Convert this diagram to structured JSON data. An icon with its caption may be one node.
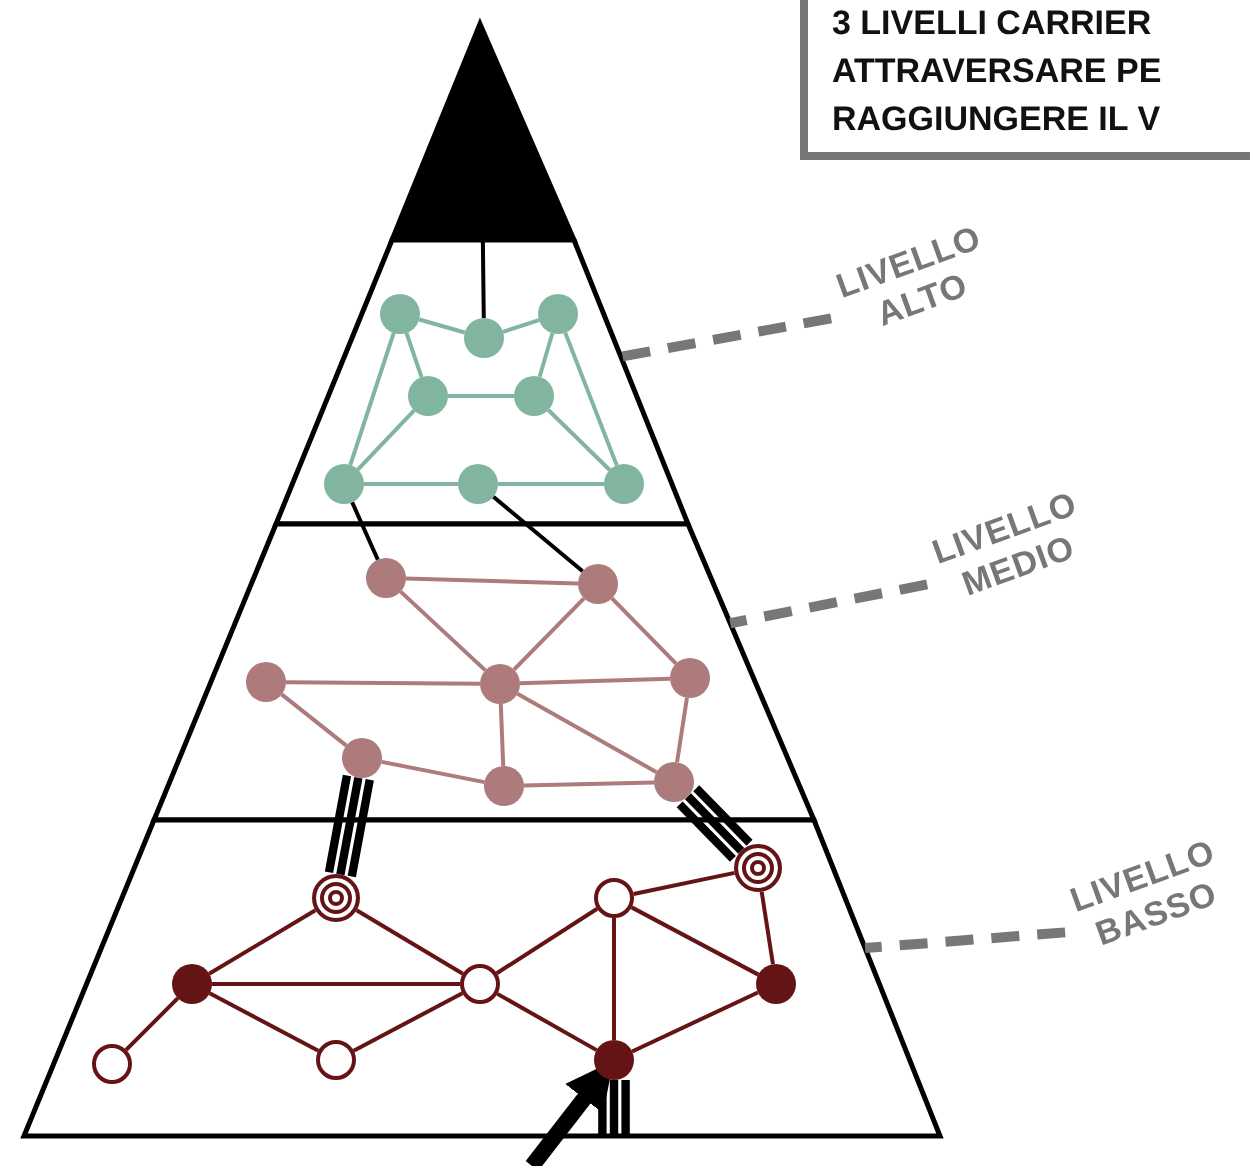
{
  "diagram": {
    "nodes": [
      {
        "text": [
          "3 LIVELLI CARRIER ATTRAVERSARE PE RAGGIUNGERE IL V"
        ]
      },
      {
        "text": [],
        "shape": "triangle"
      },
      {
        "text": [],
        "shape": "trapezoid"
      },
      {
        "text": [],
        "shape": "trapezoid"
      },
      {
        "text": [],
        "shape": "trapezoid"
      },
      {
        "text": [],
        "shape": "circle",
        "in": 2
      },
      {
        "text": [],
        "shape": "circle",
        "in": 2
      },
      {
        "text": [],
        "shape": "circle",
        "in": 2
      },
      {
        "text": [],
        "shape": "circle",
        "in": 2
      },
      {
        "text": [],
        "shape": "circle",
        "in": 2
      },
      {
        "text": [],
        "shape": "circle",
        "in": 2
      },
      {
        "text": [],
        "shape": "circle",
        "in": 2
      },
      {
        "text": [],
        "shape": "circle",
        "in": 2
      },
      {
        "text": [],
        "shape": "circle",
        "in": 3
      },
      {
        "text": [],
        "shape": "circle",
        "in": 3
      },
      {
        "text": [],
        "shape": "circle",
        "in": 3
      },
      {
        "text": [],
        "shape": "circle",
        "in": 3
      },
      {
        "text": [],
        "shape": "circle",
        "in": 3
      },
      {
        "text": [],
        "shape": "circle",
        "in": 3
      },
      {
        "text": [],
        "shape": "circle",
        "in": 3
      },
      {
        "text": [],
        "shape": "circle",
        "in": 3
      },
      {
        "text": [],
        "shape": "target",
        "in": 4
      },
      {
        "text": [],
        "shape": "ring",
        "in": 4
      },
      {
        "text": [],
        "shape": "target",
        "in": 4
      },
      {
        "text": [],
        "shape": "circle",
        "in": 4
      },
      {
        "text": [],
        "shape": "ring",
        "in": 4
      },
      {
        "text": [],
        "shape": "circle",
        "in": 4
      },
      {
        "text": [],
        "shape": "ring",
        "in": 4
      },
      {
        "text": [],
        "shape": "ring",
        "in": 4
      },
      {
        "text": [],
        "shape": "circle",
        "in": 4
      },
      {
        "text": [
          "LIVELLO ALTO"
        ]
      },
      {
        "text": [
          "LIVELLO MEDIO"
        ]
      },
      {
        "text": [
          "LIVELLO BASSO"
        ]
      }
    ],
    "edges": [
      {
        "from": 5,
        "to": 6,
        "arrow": "none",
        "color": "#82b59f"
      },
      {
        "from": 6,
        "to": 7,
        "arrow": "none",
        "color": "#82b59f"
      },
      {
        "from": 5,
        "to": 8,
        "arrow": "none",
        "color": "#82b59f"
      },
      {
        "from": 7,
        "to": 9,
        "arrow": "none",
        "color": "#82b59f"
      },
      {
        "from": 8,
        "to": 9,
        "arrow": "none",
        "color": "#82b59f"
      },
      {
        "from": 8,
        "to": 10,
        "arrow": "none",
        "color": "#82b59f"
      },
      {
        "from": 9,
        "to": 12,
        "arrow": "none",
        "color": "#82b59f"
      },
      {
        "from": 5,
        "to": 10,
        "arrow": "none",
        "color": "#82b59f"
      },
      {
        "from": 7,
        "to": 12,
        "arrow": "none",
        "color": "#82b59f"
      },
      {
        "from": 10,
        "to": 11,
        "arrow": "none",
        "color": "#82b59f"
      },
      {
        "from": 11,
        "to": 12,
        "arrow": "none",
        "color": "#82b59f"
      },
      {
        "from": 1,
        "to": 6,
        "arrow": "none",
        "color": "#000000"
      },
      {
        "from": 10,
        "to": 13,
        "arrow": "none",
        "color": "#000000"
      },
      {
        "from": 11,
        "to": 14,
        "arrow": "none",
        "color": "#000000"
      },
      {
        "from": 13,
        "to": 14,
        "arrow": "none",
        "color": "#ad7b7b"
      },
      {
        "from": 13,
        "to": 16,
        "arrow": "none",
        "color": "#ad7b7b"
      },
      {
        "from": 14,
        "to": 16,
        "arrow": "none",
        "color": "#ad7b7b"
      },
      {
        "from": 14,
        "to": 17,
        "arrow": "none",
        "color": "#ad7b7b"
      },
      {
        "from": 15,
        "to": 16,
        "arrow": "none",
        "color": "#ad7b7b"
      },
      {
        "from": 16,
        "to": 17,
        "arrow": "none",
        "color": "#ad7b7b"
      },
      {
        "from": 15,
        "to": 18,
        "arrow": "none",
        "color": "#ad7b7b"
      },
      {
        "from": 18,
        "to": 19,
        "arrow": "none",
        "color": "#ad7b7b"
      },
      {
        "from": 16,
        "to": 19,
        "arrow": "none",
        "color": "#ad7b7b"
      },
      {
        "from": 16,
        "to": 20,
        "arrow": "none",
        "color": "#ad7b7b"
      },
      {
        "from": 17,
        "to": 20,
        "arrow": "none",
        "color": "#ad7b7b"
      },
      {
        "from": 19,
        "to": 20,
        "arrow": "none",
        "color": "#ad7b7b"
      },
      {
        "from": 18,
        "to": 21,
        "arrow": "none",
        "style": "thick",
        "color": "#000000"
      },
      {
        "from": 20,
        "to": 23,
        "arrow": "none",
        "style": "thick",
        "color": "#000000"
      },
      {
        "from": 21,
        "to": 24,
        "arrow": "none",
        "color": "#651416"
      },
      {
        "from": 21,
        "to": 25,
        "arrow": "none",
        "color": "#651416"
      },
      {
        "from": 24,
        "to": 25,
        "arrow": "none",
        "color": "#651416"
      },
      {
        "from": 24,
        "to": 27,
        "arrow": "none",
        "color": "#651416"
      },
      {
        "from": 24,
        "to": 28,
        "arrow": "none",
        "color": "#651416"
      },
      {
        "from": 28,
        "to": 25,
        "arrow": "none",
        "color": "#651416"
      },
      {
        "from": 25,
        "to": 22,
        "arrow": "none",
        "color": "#651416"
      },
      {
        "from": 25,
        "to": 29,
        "arrow": "none",
        "color": "#651416"
      },
      {
        "from": 22,
        "to": 23,
        "arrow": "none",
        "color": "#651416"
      },
      {
        "from": 22,
        "to": 29,
        "arrow": "none",
        "color": "#651416"
      },
      {
        "from": 22,
        "to": 26,
        "arrow": "none",
        "color": "#651416"
      },
      {
        "from": 23,
        "to": 26,
        "arrow": "none",
        "color": "#651416"
      },
      {
        "from": 29,
        "to": 26,
        "arrow": "none",
        "color": "#651416"
      },
      {
        "from": 29,
        "to": null,
        "arrow": "none",
        "style": "thick",
        "color": "#000000"
      },
      {
        "from": null,
        "to": 29,
        "arrow": "to",
        "style": "thick",
        "color": "#000000"
      },
      {
        "from": 30,
        "to": 2,
        "arrow": "none",
        "style": "dashed",
        "color": "#777777"
      },
      {
        "from": 31,
        "to": 3,
        "arrow": "none",
        "style": "dashed",
        "color": "#777777"
      },
      {
        "from": 32,
        "to": 4,
        "arrow": "none",
        "style": "dashed",
        "color": "#777777"
      }
    ]
  }
}
